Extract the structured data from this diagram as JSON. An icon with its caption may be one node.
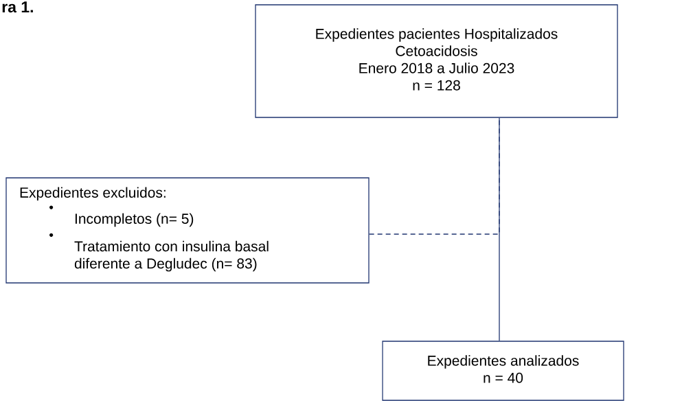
{
  "diagram": {
    "title": "ra 1.",
    "nodes": [
      {
        "text": [
          "Expedientes pacientes Hospitalizados",
          "Cetoacidosis",
          "Enero 2018 a Julio 2023",
          "n = 128"
        ]
      },
      {
        "text": [
          "Expedientes excluidos:",
          "Incompletos (n= 5)",
          "Tratamiento con insulina basal diferente a Degludec (n= 83)"
        ]
      },
      {
        "text": [
          "Expedientes analizados",
          "n = 40"
        ]
      }
    ],
    "edges": [
      {
        "from": 0,
        "to": 2,
        "arrow": "none"
      },
      {
        "from": 1,
        "to": 0,
        "arrow": "none",
        "style": "dashed"
      }
    ]
  }
}
